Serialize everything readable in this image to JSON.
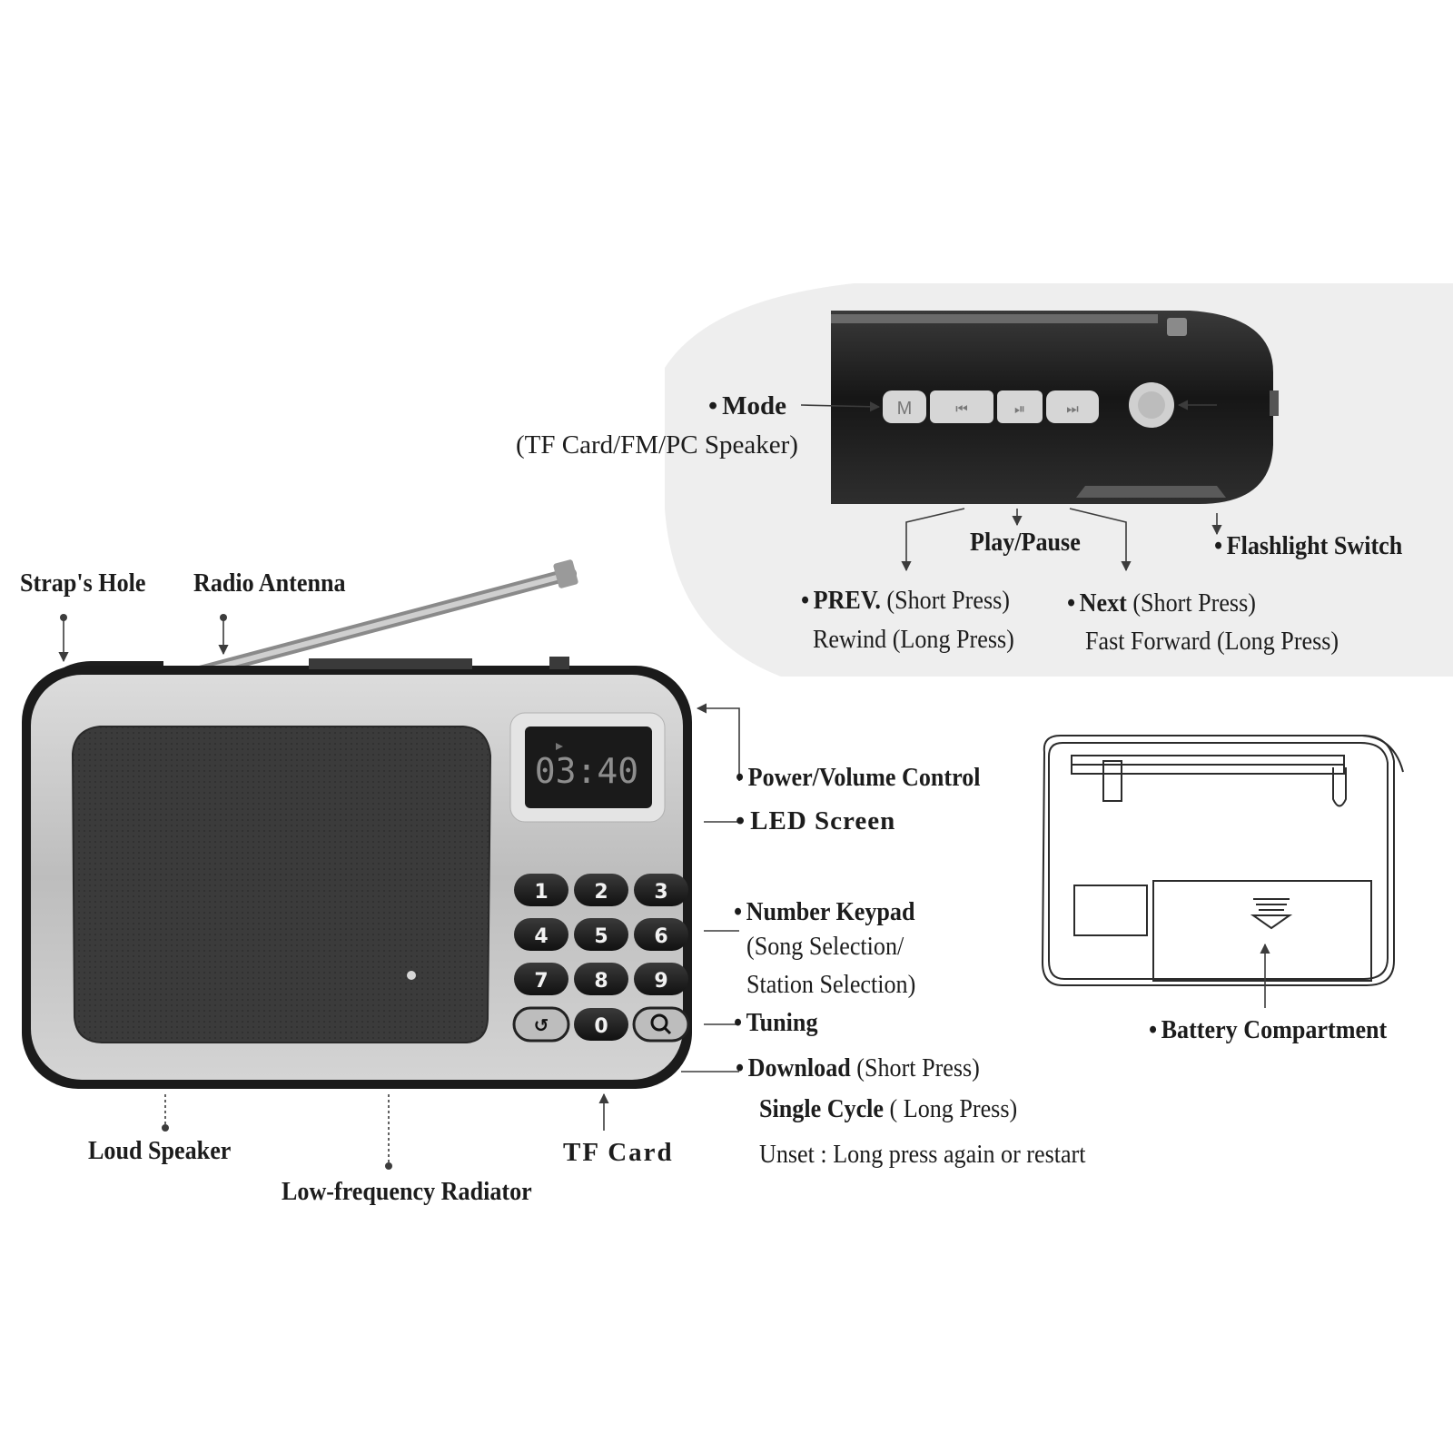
{
  "labels": {
    "mode": "Mode",
    "mode_sub": "(TF Card/FM/PC Speaker)",
    "play_pause": "Play/Pause",
    "flashlight": "Flashlight Switch",
    "prev": "PREV.",
    "prev_short": "(Short Press)",
    "prev_rewind": "Rewind (Long Press)",
    "next": "Next",
    "next_short": "(Short Press)",
    "next_ff": "Fast Forward (Long Press)",
    "straps_hole": "Strap's Hole",
    "radio_antenna": "Radio Antenna",
    "power_volume": "Power/Volume Control",
    "led_screen": "LED Screen",
    "number_keypad": "Number Keypad",
    "song_selection": "(Song Selection/",
    "station_selection": "Station Selection)",
    "tuning": "Tuning",
    "download": "Download",
    "download_short": "(Short Press)",
    "single_cycle": "Single Cycle",
    "single_cycle_long": "( Long Press)",
    "unset": "Unset : Long press again or restart",
    "battery": "Battery Compartment",
    "loud_speaker": "Loud Speaker",
    "low_freq": "Low-frequency Radiator",
    "tf_card": "TF Card"
  },
  "device": {
    "lcd_time": "03:40",
    "keys": [
      "1",
      "2",
      "3",
      "4",
      "5",
      "6",
      "7",
      "8",
      "9",
      "0"
    ],
    "top_buttons": [
      "M",
      "⏮",
      "⏯",
      "⏭"
    ]
  },
  "colors": {
    "panel": "#efefef",
    "body_dark": "#1e1e1e",
    "frame_silver": "#c8c8c8",
    "grille": "#3a3a3a",
    "key_dark": "#222222",
    "line": "#3c3c3c"
  }
}
